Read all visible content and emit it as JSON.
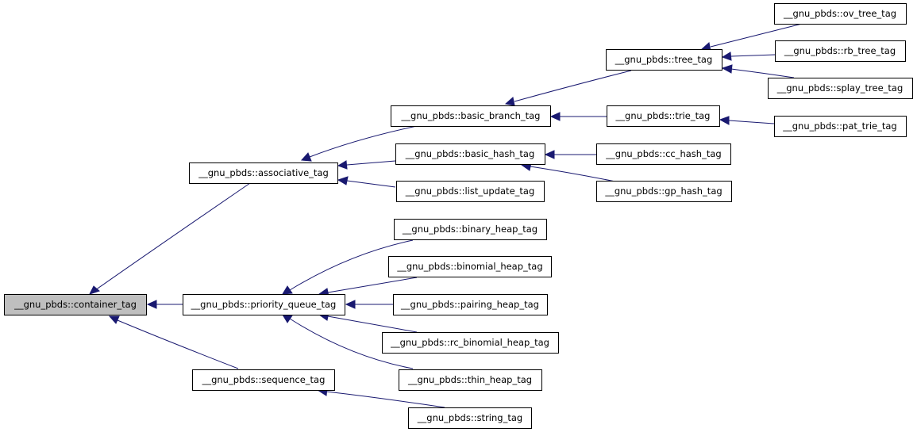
{
  "diagram": {
    "root": "__gnu_pbds::container_tag",
    "nodes": {
      "container": "__gnu_pbds::container_tag",
      "associative": "__gnu_pbds::associative_tag",
      "priority_queue": "__gnu_pbds::priority_queue_tag",
      "sequence": "__gnu_pbds::sequence_tag",
      "basic_branch": "__gnu_pbds::basic_branch_tag",
      "basic_hash": "__gnu_pbds::basic_hash_tag",
      "list_update": "__gnu_pbds::list_update_tag",
      "tree": "__gnu_pbds::tree_tag",
      "trie": "__gnu_pbds::trie_tag",
      "ov_tree": "__gnu_pbds::ov_tree_tag",
      "rb_tree": "__gnu_pbds::rb_tree_tag",
      "splay_tree": "__gnu_pbds::splay_tree_tag",
      "pat_trie": "__gnu_pbds::pat_trie_tag",
      "cc_hash": "__gnu_pbds::cc_hash_tag",
      "gp_hash": "__gnu_pbds::gp_hash_tag",
      "binary_heap": "__gnu_pbds::binary_heap_tag",
      "binomial_heap": "__gnu_pbds::binomial_heap_tag",
      "pairing_heap": "__gnu_pbds::pairing_heap_tag",
      "rc_binomial_heap": "__gnu_pbds::rc_binomial_heap_tag",
      "thin_heap": "__gnu_pbds::thin_heap_tag",
      "string": "__gnu_pbds::string_tag"
    },
    "edges": [
      {
        "from": "associative",
        "to": "container"
      },
      {
        "from": "priority_queue",
        "to": "container"
      },
      {
        "from": "sequence",
        "to": "container"
      },
      {
        "from": "basic_branch",
        "to": "associative"
      },
      {
        "from": "basic_hash",
        "to": "associative"
      },
      {
        "from": "list_update",
        "to": "associative"
      },
      {
        "from": "tree",
        "to": "basic_branch"
      },
      {
        "from": "trie",
        "to": "basic_branch"
      },
      {
        "from": "ov_tree",
        "to": "tree"
      },
      {
        "from": "rb_tree",
        "to": "tree"
      },
      {
        "from": "splay_tree",
        "to": "tree"
      },
      {
        "from": "pat_trie",
        "to": "trie"
      },
      {
        "from": "cc_hash",
        "to": "basic_hash"
      },
      {
        "from": "gp_hash",
        "to": "basic_hash"
      },
      {
        "from": "binary_heap",
        "to": "priority_queue"
      },
      {
        "from": "binomial_heap",
        "to": "priority_queue"
      },
      {
        "from": "pairing_heap",
        "to": "priority_queue"
      },
      {
        "from": "rc_binomial_heap",
        "to": "priority_queue"
      },
      {
        "from": "thin_heap",
        "to": "priority_queue"
      },
      {
        "from": "string",
        "to": "sequence"
      }
    ],
    "colors": {
      "edge": "#191970",
      "root_fill": "#bfbfbf",
      "node_fill": "#ffffff",
      "border": "#000000"
    }
  }
}
